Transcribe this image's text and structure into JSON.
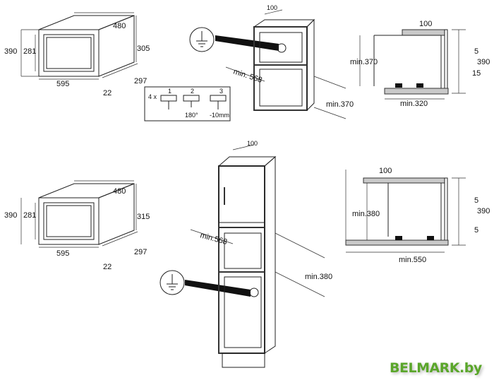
{
  "oven_top": {
    "width": "480",
    "height": "390",
    "inner_height": "281",
    "depth": "305",
    "niche_depth": "297",
    "front_width": "595",
    "frame": "22"
  },
  "installation_steps": {
    "count": "4 x",
    "step1": "1",
    "step2": "2",
    "step3": "3",
    "rotation": "180°",
    "adjust": "-10mm"
  },
  "cabinet_top": {
    "top_depth": "100",
    "min_width": "min. 568",
    "min_height": "min.370"
  },
  "side_top": {
    "top_depth": "100",
    "min_height": "min.370",
    "gap_top": "5",
    "total": "390",
    "gap_bottom": "15",
    "min_depth": "min.320"
  },
  "oven_bottom": {
    "width": "480",
    "height": "390",
    "inner_height": "281",
    "depth": "315",
    "niche_depth": "297",
    "front_width": "595",
    "frame": "22"
  },
  "cabinet_bottom": {
    "top_depth": "100",
    "min_width": "min.568",
    "min_height": "min.380"
  },
  "side_bottom": {
    "top_depth": "100",
    "min_height": "min.380",
    "gap_top": "5",
    "total": "390",
    "gap_bottom": "5",
    "min_depth": "min.550"
  },
  "watermark": "BELMARK.by"
}
